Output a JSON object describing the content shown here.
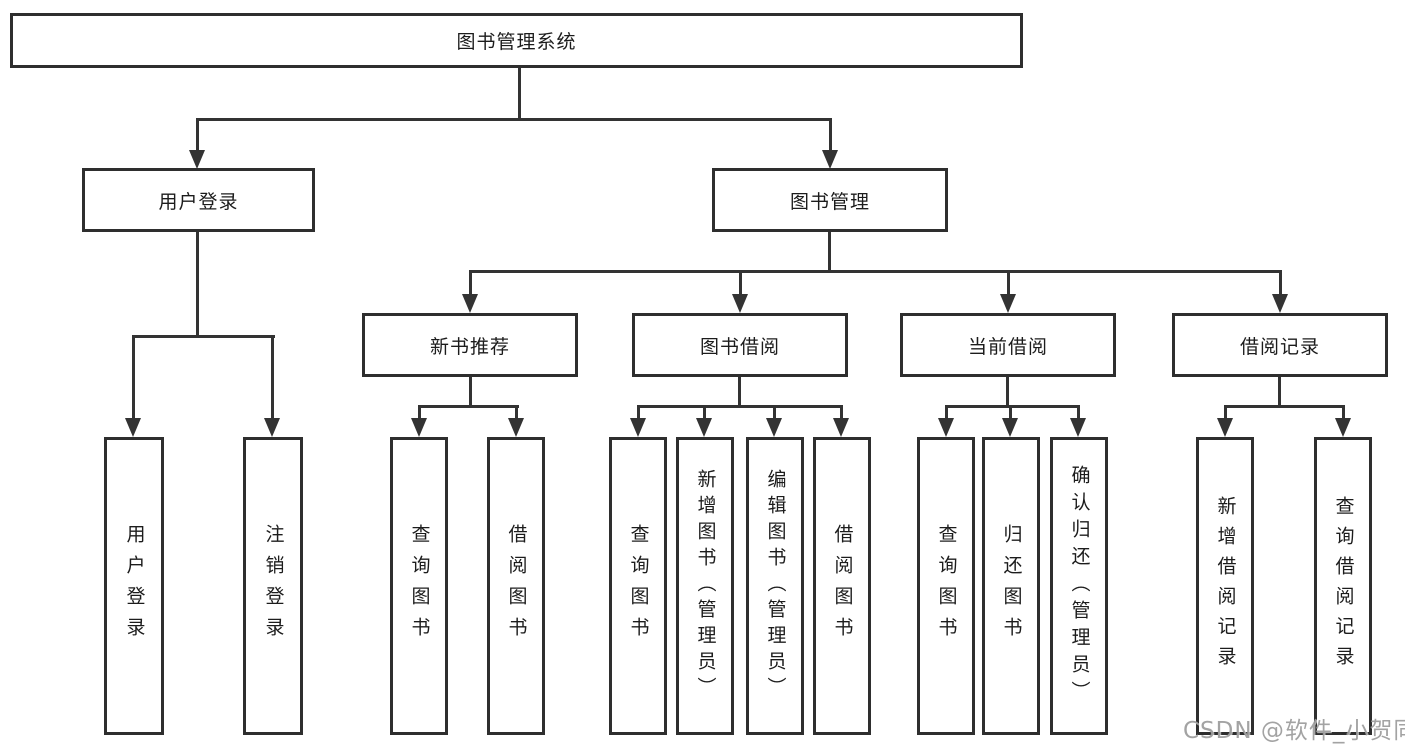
{
  "diagram": {
    "title": "图书管理系统",
    "tree": {
      "root": {
        "label": "图书管理系统",
        "children": [
          {
            "label": "用户登录",
            "children": [
              {
                "label": "用户登录"
              },
              {
                "label": "注销登录"
              }
            ]
          },
          {
            "label": "图书管理",
            "children": [
              {
                "label": "新书推荐",
                "children": [
                  {
                    "label": "查询图书"
                  },
                  {
                    "label": "借阅图书"
                  }
                ]
              },
              {
                "label": "图书借阅",
                "children": [
                  {
                    "label": "查询图书"
                  },
                  {
                    "label": "新增图书（管理员）"
                  },
                  {
                    "label": "编辑图书（管理员）"
                  },
                  {
                    "label": "借阅图书"
                  }
                ]
              },
              {
                "label": "当前借阅",
                "children": [
                  {
                    "label": "查询图书"
                  },
                  {
                    "label": "归还图书"
                  },
                  {
                    "label": "确认归还（管理员）"
                  }
                ]
              },
              {
                "label": "借阅记录",
                "children": [
                  {
                    "label": "新增借阅记录"
                  },
                  {
                    "label": "查询借阅记录"
                  }
                ]
              }
            ]
          }
        ]
      }
    }
  },
  "watermark": {
    "text": "CSDN @软件_小贺同学"
  },
  "colors": {
    "line": "#333333",
    "box_border": "#2e2e2e",
    "text": "#1c1c1c",
    "background": "#ffffff",
    "watermark": "#9b9b9b"
  }
}
